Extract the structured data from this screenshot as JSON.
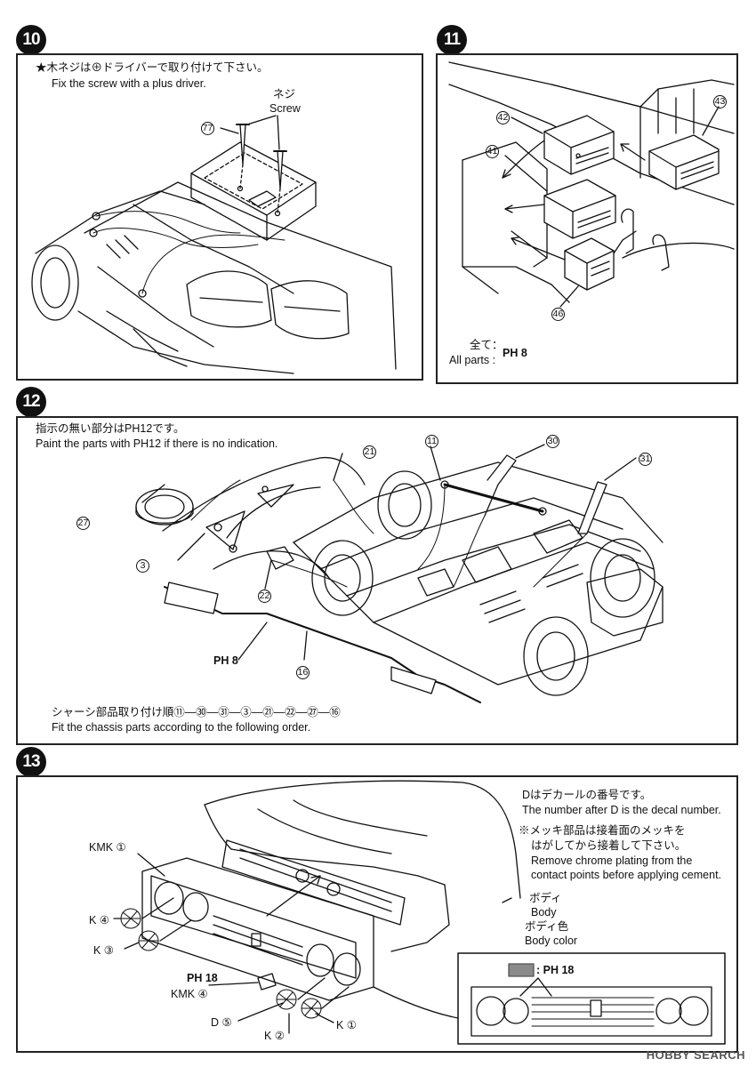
{
  "steps": {
    "s10": {
      "number": "10"
    },
    "s11": {
      "number": "11"
    },
    "s12": {
      "number": "12"
    },
    "s13": {
      "number": "13"
    }
  },
  "panel10": {
    "note_jp": "★木ネジは⊕ドライバーで取り付けて下さい。",
    "note_en": "Fix the screw with a plus driver.",
    "screw_jp": "ネジ",
    "screw_en": "Screw",
    "part77": "77"
  },
  "panel11": {
    "part42": "42",
    "part43": "43",
    "part41": "41",
    "part46": "46",
    "all_jp": "全て：",
    "all_en": "All parts :",
    "paint_code": "PH 8"
  },
  "panel12": {
    "note_jp": "指示の無い部分はPH12です。",
    "note_en": "Paint the parts with PH12 if there is no indication.",
    "order_jp": "シャーシ部品取り付け順⑪—㉚—㉛—③—㉑—㉒—㉗—⑯",
    "order_en": "Fit the chassis parts according to the following order.",
    "callouts": {
      "p21": "21",
      "p11": "11",
      "p30": "30",
      "p31": "31",
      "p27": "27",
      "p3": "3",
      "p22": "22",
      "p16": "16",
      "ph8": "PH 8"
    }
  },
  "panel13": {
    "decal_jp": "Dはデカールの番号です。",
    "decal_en": "The number after D is the decal number.",
    "chrome_jp1": "※メッキ部品は接着面のメッキを",
    "chrome_jp2": "はがしてから接着して下さい。",
    "chrome_en1": "Remove chrome plating from the",
    "chrome_en2": "contact points before applying cement.",
    "body_jp": "ボディ",
    "body_en": "Body",
    "bodycolor_jp": "ボディ色",
    "bodycolor_en": "Body color",
    "labels": {
      "kmk1": "KMK ①",
      "k4": "K ④",
      "k3": "K ③",
      "ph18": "PH 18",
      "kmk4": "KMK ④",
      "d5": "D ⑤",
      "k2": "K ②",
      "k1": "K ①",
      "swatch_ph18": ": PH 18"
    }
  },
  "watermark": "HOBBY SEARCH",
  "colors": {
    "ink": "#111111",
    "swatch_gray": "#8a8a8a"
  }
}
